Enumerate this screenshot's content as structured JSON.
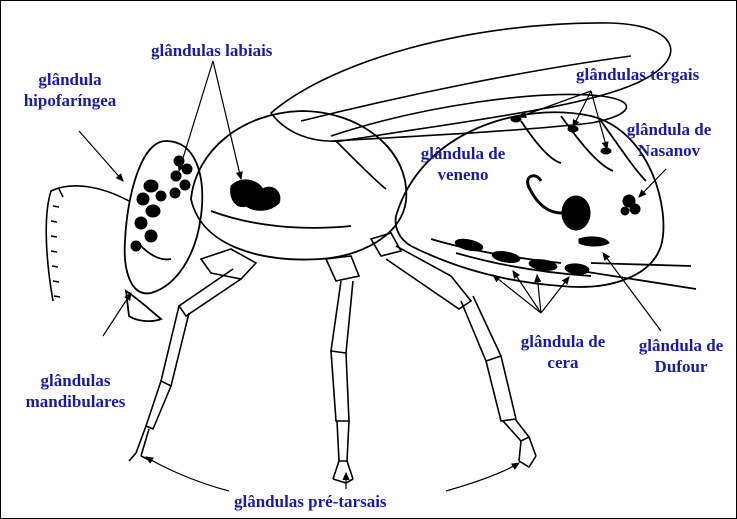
{
  "colors": {
    "label": "#1a1aa8",
    "ink": "#000000",
    "background": "#ffffff"
  },
  "labels": {
    "glandulas_labiais": "glândulas labiais",
    "glandula_hipofaringea_1": "glândula",
    "glandula_hipofaringea_2": "hipofaríngea",
    "glandulas_tergais": "glândulas tergais",
    "glandula_nasanov_1": "glândula de",
    "glandula_nasanov_2": "Nasanov",
    "glandula_veneno_1": "glândula de",
    "glandula_veneno_2": "veneno",
    "glandulas_mandibulares_1": "glândulas",
    "glandulas_mandibulares_2": "mandibulares",
    "glandula_cera_1": "glândula de",
    "glandula_cera_2": "cera",
    "glandula_dufour_1": "glândula de",
    "glandula_dufour_2": "Dufour",
    "glandulas_pretarsais": "glândulas pré-tarsais"
  }
}
